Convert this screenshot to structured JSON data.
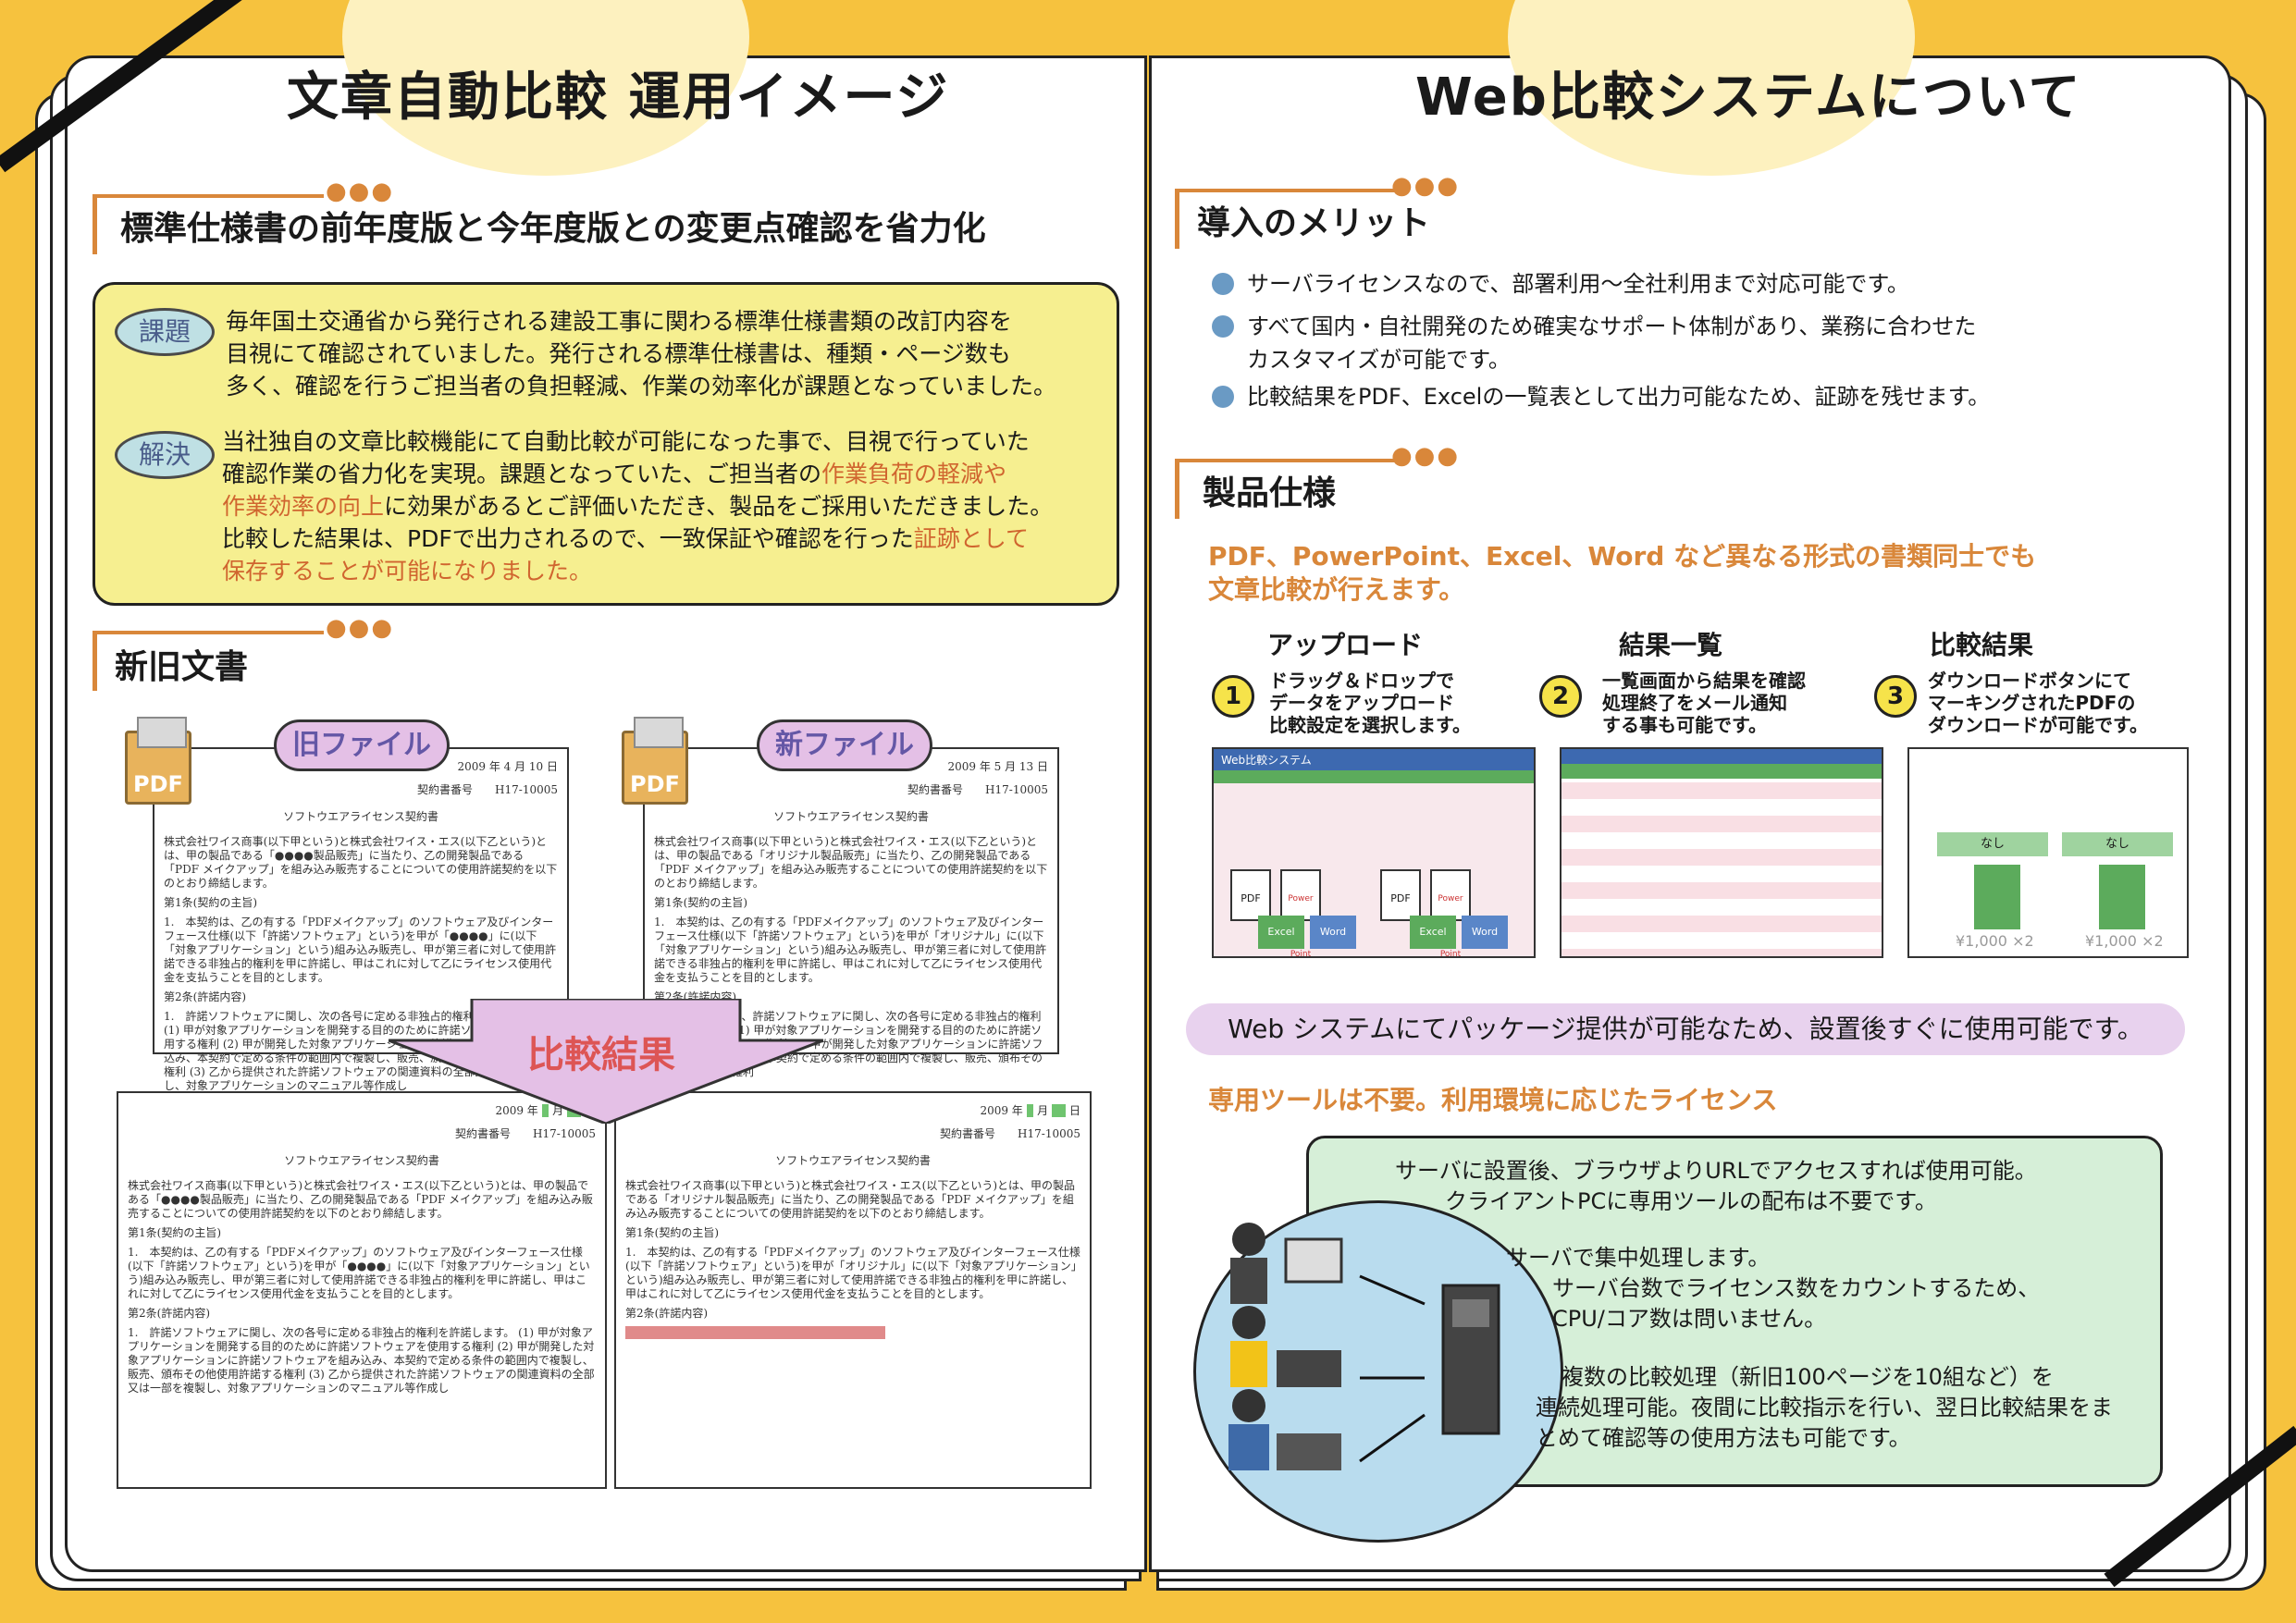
{
  "left": {
    "title": "文章自動比較 運用イメージ",
    "section1": "標準仕様書の前年度版と今年度版との変更点確認を省力化",
    "issue_label": "課題",
    "issue_text": [
      "毎年国土交通省から発行される建設工事に関わる標準仕様書類の改訂内容を",
      "目視にて確認されていました。発行される標準仕様書は、種類・ページ数も",
      "多く、確認を行うご担当者の負担軽減、作業の効率化が課題となっていました。"
    ],
    "solution_label": "解決",
    "solution_text": {
      "l1": "当社独自の文章比較機能にて自動比較が可能になった事で、目視で行っていた",
      "l2a": "確認作業の省力化を実現。課題となっていた、ご担当者の",
      "l2b": "作業負荷の軽減や",
      "l3a": "作業効率の向上",
      "l3b": "に効果があるとご評価いただき、製品をご採用いただきました。",
      "l4a": "比較した結果は、PDFで出力されるので、一致保証や確認を行った",
      "l4b": "証跡として",
      "l5": "保存することが可能になりました。"
    },
    "section2": "新旧文書",
    "old_file": "旧ファイル",
    "new_file": "新ファイル",
    "pdf_label": "PDF",
    "compare_result": "比較結果",
    "doc_old": {
      "date": "2009 年 4 月 10 日",
      "contract_no": "契約書番号　　H17-10005",
      "title": "ソフトウエアライセンス契約書",
      "p1": "株式会社ワイス商事(以下甲という)と株式会社ワイス・エス(以下乙という)とは、甲の製品である「●●●●製品販売」に当たり、乙の開発製品である「PDF メイクアップ」を組み込み販売することについての使用許諾契約を以下のとおり締結します。",
      "a1": "第1条(契約の主旨)",
      "a1t": "1.　本契約は、乙の有する「PDFメイクアップ」のソフトウェア及びインターフェース仕様(以下「許諾ソフトウェア」という)を甲が「●●●●」に(以下「対象アプリケーション」という)組み込み販売し、甲が第三者に対して使用許諾できる非独占的権利を甲に許諾し、甲はこれに対して乙にライセンス使用代金を支払うことを目的とします。",
      "a2": "第2条(許諾内容)",
      "a2t": "1.　許諾ソフトウェアに関し、次の各号に定める非独占的権利を許諾します。\n(1) 甲が対象アプリケーションを開発する目的のために許諾ソフトウェアを使用する権利\n(2) 甲が開発した対象アプリケーションに許諾ソフトウェアを組み込み、本契約で定める条件の範囲内で複製し、販売、頒布その他使用許諾する権利\n(3) 乙から提供された許諾ソフトウェアの関連資料の全部又は一部を複製し、対象アプリケーションのマニュアル等作成し"
    },
    "doc_new": {
      "date": "2009 年 5 月 13 日",
      "contract_no": "契約書番号　　H17-10005",
      "title": "ソフトウエアライセンス契約書",
      "p1": "株式会社ワイス商事(以下甲という)と株式会社ワイス・エス(以下乙という)とは、甲の製品である「オリジナル製品販売」に当たり、乙の開発製品である「PDF メイクアップ」を組み込み販売することについての使用許諾契約を以下のとおり締結します。",
      "a1": "第1条(契約の主旨)",
      "a1t": "1.　本契約は、乙の有する「PDFメイクアップ」のソフトウェア及びインターフェース仕様(以下「許諾ソフトウェア」という)を甲が「オリジナル」に(以下「対象アプリケーション」という)組み込み販売し、甲が第三者に対して使用許諾できる非独占的権利を甲に許諾し、甲はこれに対して乙にライセンス使用代金を支払うことを目的とします。",
      "a2": "第2条(許諾内容)",
      "a2t": "1.　ここに対して、許諾ソフトウェアに関し、次の各号に定める非独占的権利を許諾します。\n(1) 甲が対象アプリケーションを開発する目的のために許諾ソフトウェアを使用する権利\n(2) 甲が開発した対象アプリケーションに許諾ソフトウェアを組み込み、本契約で定める条件の範囲内で複製し、販売、頒布その他使用許諾する権利"
    }
  },
  "right": {
    "title": "Web比較システムについて",
    "section1": "導入のメリット",
    "merits": [
      "サーバライセンスなので、部署利用〜全社利用まで対応可能です。",
      "すべて国内・自社開発のため確実なサポート体制があり、業務に合わせた",
      "比較結果をPDF、Excelの一覧表として出力可能なため、証跡を残せます。"
    ],
    "merit2_cont": "カスタマイズが可能です。",
    "section2": "製品仕様",
    "spec_lead1": "PDF、PowerPoint、Excel、Word など異なる形式の書類同士でも",
    "spec_lead2": "文章比較が行えます。",
    "steps": [
      {
        "num": "1",
        "title": "アップロード",
        "desc": [
          "ドラッグ＆ドロップで",
          "データをアップロード",
          "比較設定を選択します。"
        ]
      },
      {
        "num": "2",
        "title": "結果一覧",
        "desc": [
          "一覧画面から結果を確認",
          "処理終了をメール通知",
          "する事も可能です。"
        ]
      },
      {
        "num": "3",
        "title": "比較結果",
        "desc": [
          "ダウンロードボタンにて",
          "マーキングされたPDFの",
          "ダウンロードが可能です。"
        ]
      }
    ],
    "shot1_header": "Web比較システム",
    "shot_labels": {
      "pdf": "PDF",
      "ppt": "Power Point",
      "excel": "Excel",
      "word": "Word",
      "nashi": "なし",
      "price": "¥1,000 ×2"
    },
    "band": "Web システムにてパッケージ提供が可能なため、設置後すぐに使用可能です。",
    "license_head": "専用ツールは不要。利用環境に応じたライセンス",
    "green": {
      "l1": "サーバに設置後、ブラウザよりURLでアクセスすれば使用可能。",
      "l2": "クライアントPCに専用ツールの配布は不要です。",
      "l3": "サーバで集中処理します。",
      "l4": "サーバ台数でライセンス数をカウントするため、",
      "l5": "CPU/コア数は問いません。",
      "l6": "複数の比較処理（新旧100ページを10組など）を",
      "l7": "連続処理可能。夜間に比較指示を行い、翌日比較結果をま",
      "l8": "とめて確認等の使用方法も可能です。"
    }
  },
  "colors": {
    "background": "#f6c23e",
    "accent": "#d9873a",
    "yellow_box": "#f6ef90",
    "purple": "#e4c0e6",
    "green_box": "#d6efd8"
  }
}
